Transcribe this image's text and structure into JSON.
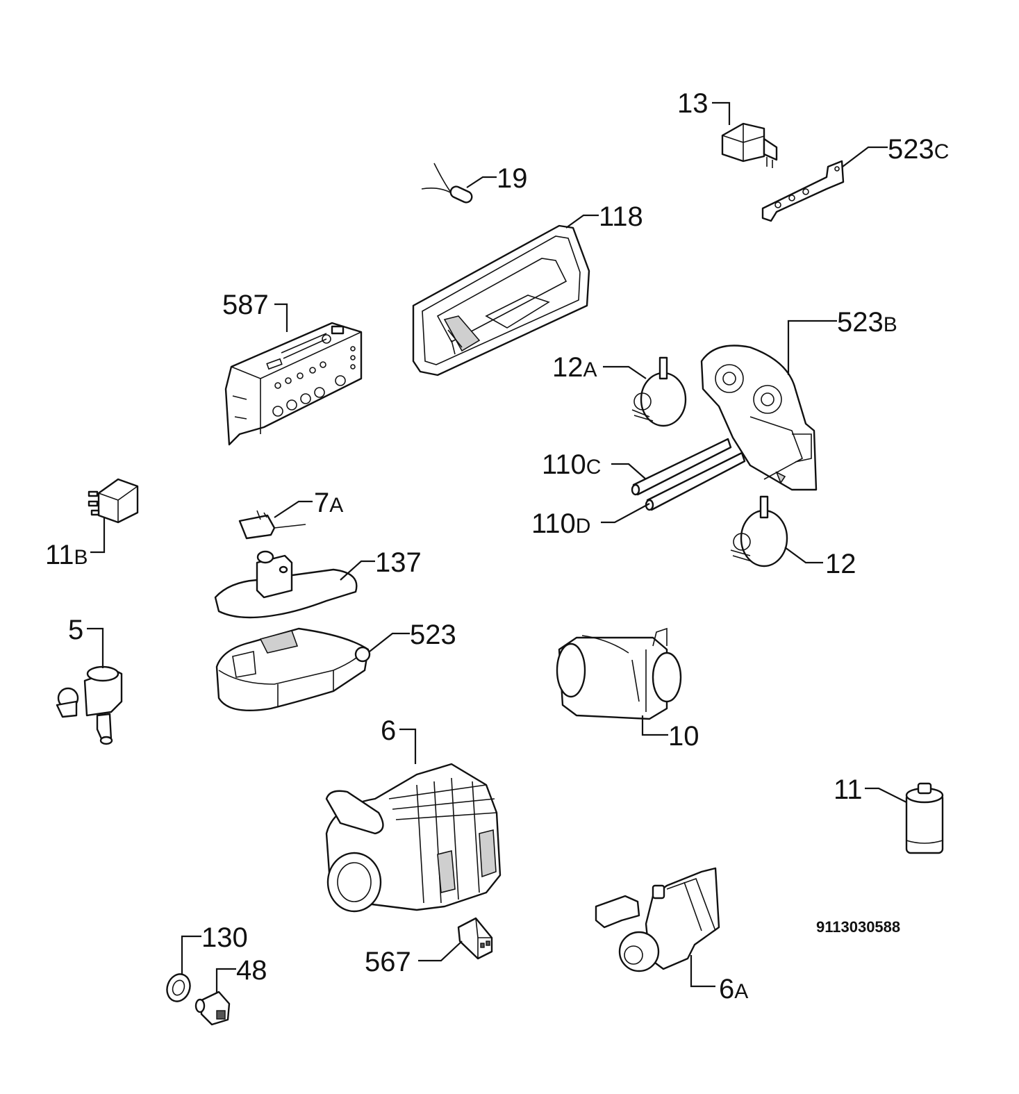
{
  "diagram": {
    "drawing_number": "9113030588",
    "callouts": [
      {
        "id": "13",
        "num": "13",
        "sfx": ""
      },
      {
        "id": "523c",
        "num": "523",
        "sfx": "C"
      },
      {
        "id": "19",
        "num": "19",
        "sfx": ""
      },
      {
        "id": "118",
        "num": "118",
        "sfx": ""
      },
      {
        "id": "587",
        "num": "587",
        "sfx": ""
      },
      {
        "id": "523b",
        "num": "523",
        "sfx": "B"
      },
      {
        "id": "12a",
        "num": "12",
        "sfx": "A"
      },
      {
        "id": "110c",
        "num": "110",
        "sfx": "C"
      },
      {
        "id": "110d",
        "num": "110",
        "sfx": "D"
      },
      {
        "id": "12",
        "num": "12",
        "sfx": ""
      },
      {
        "id": "7a",
        "num": "7",
        "sfx": "A"
      },
      {
        "id": "11b",
        "num": "11",
        "sfx": "B"
      },
      {
        "id": "137",
        "num": "137",
        "sfx": ""
      },
      {
        "id": "5",
        "num": "5",
        "sfx": ""
      },
      {
        "id": "523",
        "num": "523",
        "sfx": ""
      },
      {
        "id": "10",
        "num": "10",
        "sfx": ""
      },
      {
        "id": "6",
        "num": "6",
        "sfx": ""
      },
      {
        "id": "11",
        "num": "11",
        "sfx": ""
      },
      {
        "id": "130",
        "num": "130",
        "sfx": ""
      },
      {
        "id": "48",
        "num": "48",
        "sfx": ""
      },
      {
        "id": "567",
        "num": "567",
        "sfx": ""
      },
      {
        "id": "6a",
        "num": "6",
        "sfx": "A"
      }
    ]
  }
}
